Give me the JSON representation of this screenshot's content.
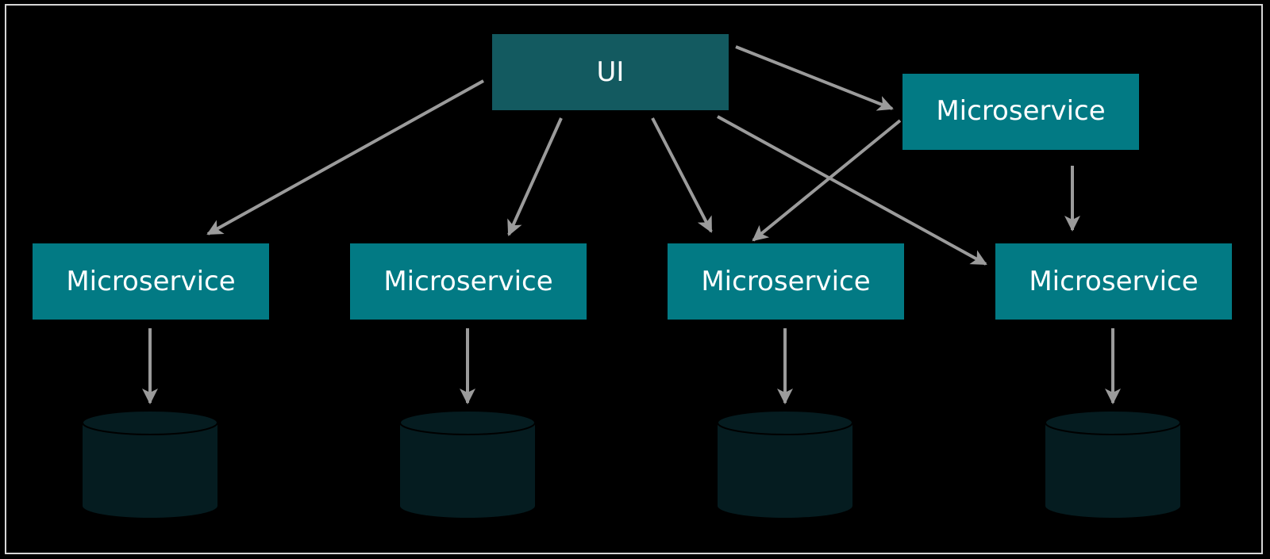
{
  "diagram": {
    "colors": {
      "background": "#000000",
      "frame": "#d6d6d6",
      "ui_box": "#135a60",
      "service_box": "#027a84",
      "database": "#051c20",
      "arrow": "#9b9b9b",
      "text": "#ffffff"
    },
    "nodes": {
      "ui": {
        "label": "UI"
      },
      "service_top_right": {
        "label": "Microservice"
      },
      "service_1": {
        "label": "Microservice"
      },
      "service_2": {
        "label": "Microservice"
      },
      "service_3": {
        "label": "Microservice"
      },
      "service_4": {
        "label": "Microservice"
      },
      "db_1": {
        "label": ""
      },
      "db_2": {
        "label": ""
      },
      "db_3": {
        "label": ""
      },
      "db_4": {
        "label": ""
      }
    },
    "edges": [
      {
        "from": "ui",
        "to": "service_top_right"
      },
      {
        "from": "ui",
        "to": "service_1"
      },
      {
        "from": "ui",
        "to": "service_2"
      },
      {
        "from": "ui",
        "to": "service_3"
      },
      {
        "from": "ui",
        "to": "service_4"
      },
      {
        "from": "service_top_right",
        "to": "service_3"
      },
      {
        "from": "service_top_right",
        "to": "service_4"
      },
      {
        "from": "service_1",
        "to": "db_1"
      },
      {
        "from": "service_2",
        "to": "db_2"
      },
      {
        "from": "service_3",
        "to": "db_3"
      },
      {
        "from": "service_4",
        "to": "db_4"
      }
    ]
  }
}
